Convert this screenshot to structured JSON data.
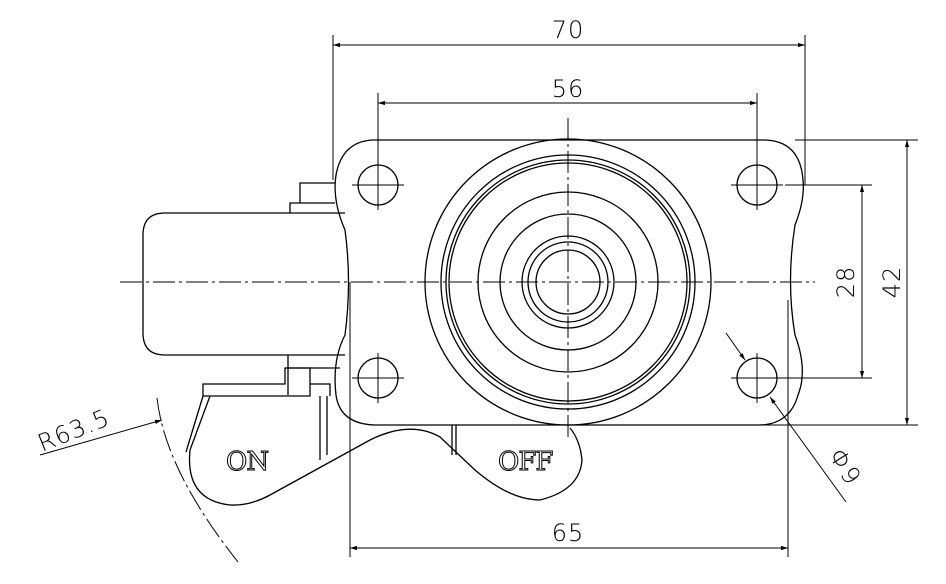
{
  "dimensions": {
    "width_overall": "70",
    "hole_spacing_x": "56",
    "height_overall": "42",
    "hole_spacing_y": "28",
    "base_width": "65",
    "brake_radius": "R63.5",
    "hole_diameter": "Φ9"
  },
  "labels": {
    "on": "ON",
    "off": "OFF"
  },
  "colors": {
    "line": "#000000",
    "background": "#ffffff"
  }
}
